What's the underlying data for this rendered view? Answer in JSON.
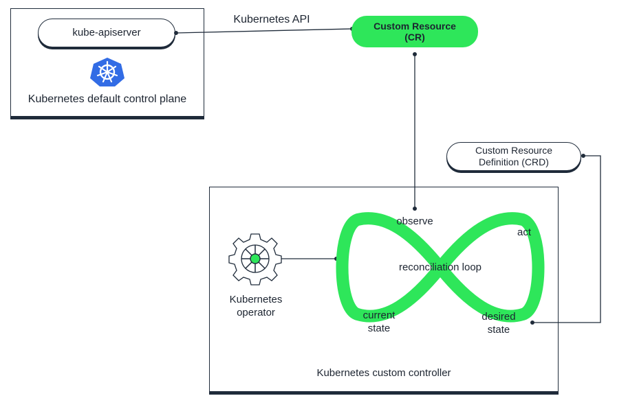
{
  "control_plane": {
    "apiserver_label": "kube-apiserver",
    "caption": "Kubernetes default control plane",
    "icon": "kubernetes-logo-icon",
    "icon_color": "#326ce5"
  },
  "api_link_label": "Kubernetes API",
  "custom_resource": {
    "label": "Custom Resource\n(CR)",
    "color": "#2ee65a"
  },
  "crd": {
    "label": "Custom Resource\nDefinition (CRD)"
  },
  "controller": {
    "caption": "Kubernetes custom controller",
    "operator_label": "Kubernetes\noperator",
    "operator_icon": "gear-icon",
    "loop_label": "reconciliation loop",
    "loop_color": "#2ee65a",
    "steps": {
      "observe": "observe",
      "act": "act",
      "current": "current\nstate",
      "desired": "desired\nstate"
    }
  }
}
